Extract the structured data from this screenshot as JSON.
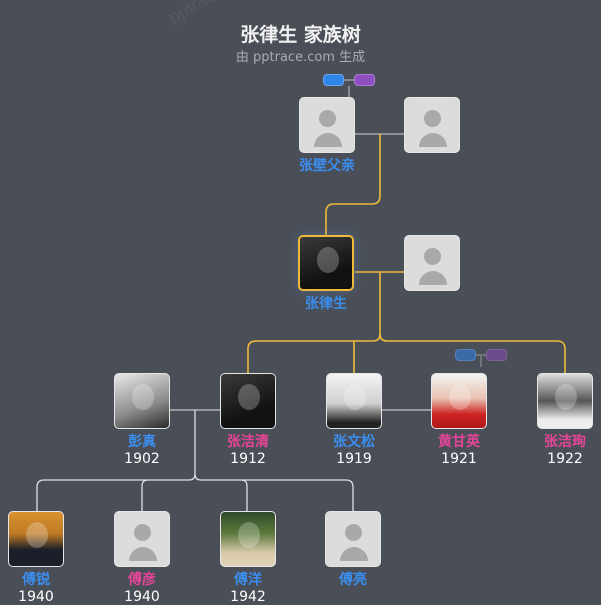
{
  "title": "张律生 家族树",
  "subtitle": "由 pptrace.com 生成",
  "watermark": "pptrace.com",
  "colors": {
    "background": "#4a4f57",
    "male": "#3a8eef",
    "female": "#e8449a",
    "focus_line": "#f0b93a",
    "line": "#c8c8c8"
  },
  "generations": [
    {
      "level": 1,
      "members": [
        {
          "id": "father",
          "name": "张壁父亲",
          "gender": "male",
          "year": "",
          "photo": "placeholder-avatar"
        },
        {
          "id": "father-spouse",
          "name": "",
          "gender": "",
          "year": "",
          "photo": "placeholder-avatar"
        }
      ]
    },
    {
      "level": 2,
      "members": [
        {
          "id": "focus",
          "name": "张律生",
          "gender": "male",
          "year": "",
          "photo": "portrait",
          "focus": true
        },
        {
          "id": "focus-spouse",
          "name": "",
          "gender": "",
          "year": "",
          "photo": "placeholder-avatar"
        }
      ]
    },
    {
      "level": 3,
      "members": [
        {
          "id": "pengzhen",
          "name": "彭真",
          "gender": "male",
          "year": "1902",
          "photo": "portrait"
        },
        {
          "id": "zhangjieqing",
          "name": "张洁清",
          "gender": "female",
          "year": "1912",
          "photo": "portrait"
        },
        {
          "id": "zhangwensong",
          "name": "张文松",
          "gender": "male",
          "year": "1919",
          "photo": "portrait"
        },
        {
          "id": "huangganying",
          "name": "黄甘英",
          "gender": "female",
          "year": "1921",
          "photo": "portrait"
        },
        {
          "id": "zhangjiexun",
          "name": "张洁珣",
          "gender": "female",
          "year": "1922",
          "photo": "portrait"
        }
      ]
    },
    {
      "level": 4,
      "members": [
        {
          "id": "furui",
          "name": "傅锐",
          "gender": "male",
          "year": "1940",
          "photo": "portrait"
        },
        {
          "id": "fuyan",
          "name": "傅彦",
          "gender": "female",
          "year": "1940",
          "photo": "placeholder-avatar"
        },
        {
          "id": "fuyang",
          "name": "傅洋",
          "gender": "male",
          "year": "1942",
          "photo": "portrait"
        },
        {
          "id": "fuliang",
          "name": "傅亮",
          "gender": "male",
          "year": "",
          "photo": "placeholder-avatar"
        }
      ]
    }
  ],
  "badges": {
    "top": {
      "left_color": "#2e86e8",
      "right_color": "#8e4fc0"
    },
    "mid": {
      "left_color": "#3a6aa8",
      "right_color": "#6a4a8a"
    }
  }
}
